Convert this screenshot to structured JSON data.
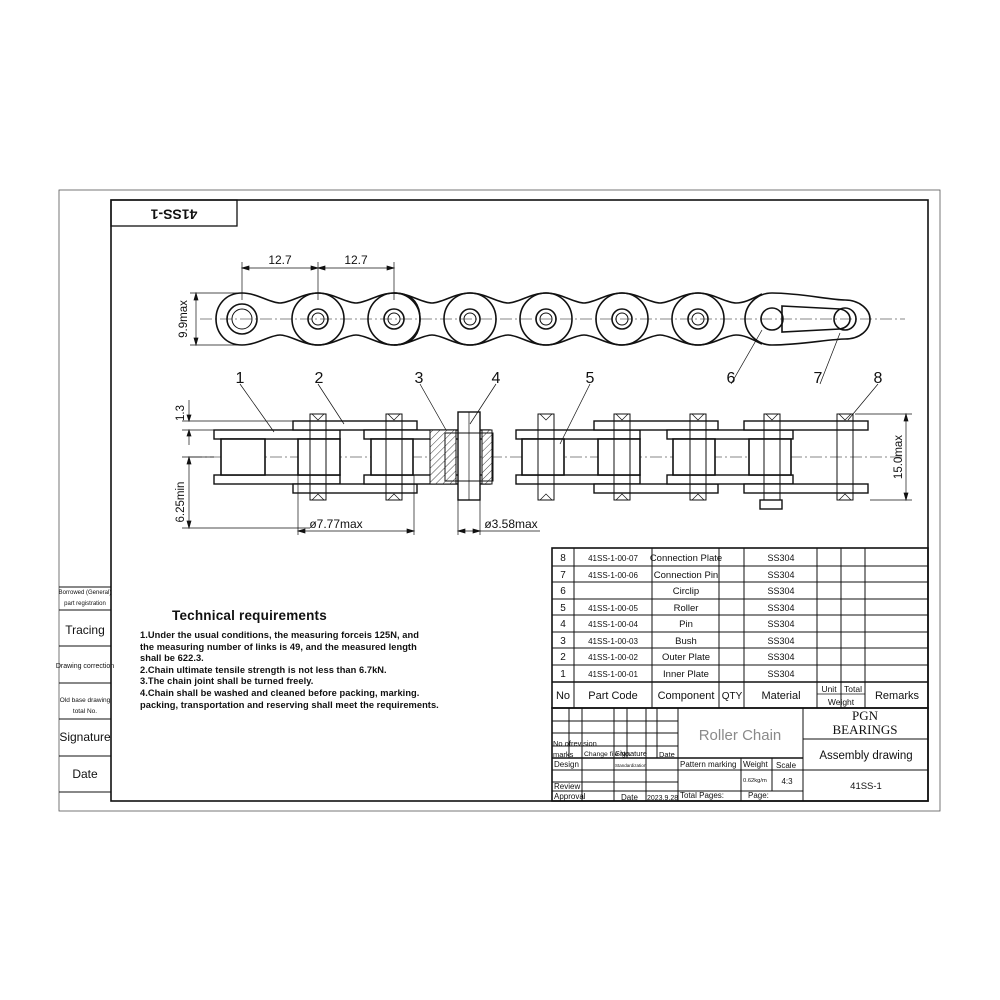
{
  "drawing_code_rotated": "41SS-1",
  "dimensions": {
    "pitch_1": "12.7",
    "pitch_2": "12.7",
    "plate_height": "9.9max",
    "plate_thickness": "1.3",
    "pin_length": "6.25min",
    "width": "15.0max",
    "roller_dia": "ø7.77max",
    "pin_dia": "ø3.58max"
  },
  "callouts": [
    "1",
    "2",
    "3",
    "4",
    "5",
    "6",
    "7",
    "8"
  ],
  "side_labels": [
    "Borrowed (General)",
    "part registration",
    "Tracing",
    "Drawing correction",
    "Old base drawing",
    "total No.",
    "Signature",
    "Date"
  ],
  "technical_requirements": {
    "title": "Technical requirements",
    "lines": [
      "1.Under the usual conditions, the measuring forceis 125N, and",
      "the measuring number of links is 49, and the measured length",
      "shall be 622.3.",
      "2.Chain ultimate tensile strength is not less than 6.7kN.",
      "3.The chain joint shall be turned freely.",
      "4.Chain shall be washed and cleaned before packing, marking.",
      "packing, transportation and reserving shall meet the requirements."
    ]
  },
  "bom": {
    "rows": [
      {
        "no": "8",
        "code": "41SS-1-00-07",
        "component": "Connection Plate",
        "material": "SS304"
      },
      {
        "no": "7",
        "code": "41SS-1-00-06",
        "component": "Connection Pin",
        "material": "SS304"
      },
      {
        "no": "6",
        "code": "",
        "component": "Circlip",
        "material": "SS304"
      },
      {
        "no": "5",
        "code": "41SS-1-00-05",
        "component": "Roller",
        "material": "SS304"
      },
      {
        "no": "4",
        "code": "41SS-1-00-04",
        "component": "Pin",
        "material": "SS304"
      },
      {
        "no": "3",
        "code": "41SS-1-00-03",
        "component": "Bush",
        "material": "SS304"
      },
      {
        "no": "2",
        "code": "41SS-1-00-02",
        "component": "Outer Plate",
        "material": "SS304"
      },
      {
        "no": "1",
        "code": "41SS-1-00-01",
        "component": "Inner Plate",
        "material": "SS304"
      }
    ],
    "header": {
      "no": "No",
      "code": "Part Code",
      "component": "Component",
      "qty": "QTY",
      "material": "Material",
      "unit": "Unit",
      "total": "Total",
      "weight": "Weight",
      "remarks": "Remarks"
    }
  },
  "title_block": {
    "name": "Roller Chain",
    "company_1": "PGN",
    "company_2": "BEARINGS",
    "drawing_type": "Assembly drawing",
    "code": "41SS-1",
    "marks": "marks",
    "no_of": "No of",
    "revision": "revision",
    "change_file_no": "Change file No.",
    "signature": "Signature",
    "date": "Date",
    "design": "Design",
    "standardization": "Standardization",
    "pattern_marking": "Pattern marking",
    "weight": "Weight",
    "scale": "Scale",
    "weight_value": "0.62kg/m",
    "scale_value": "4:3",
    "review": "Review",
    "approval": "Approval",
    "date_label": "Date",
    "date_value": "2023.9.28",
    "total_pages": "Total Pages:",
    "page": "Page:"
  }
}
